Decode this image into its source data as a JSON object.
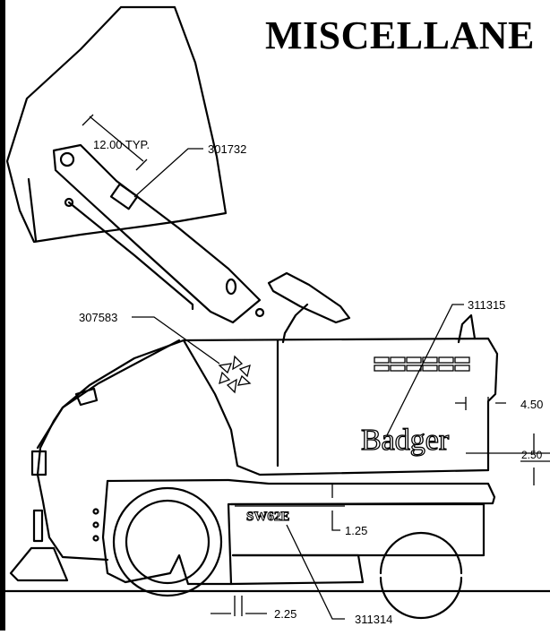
{
  "title": "MISCELLANE",
  "callouts": {
    "dim_typ": "12.00 TYP.",
    "part_hopper": "301732",
    "part_side_decal": "307583",
    "part_brand_decal": "311315",
    "part_model_decal": "311314",
    "dim_right_offset": "4.50",
    "dim_brand_height": "2.50",
    "dim_model_height": "1.25",
    "dim_model_offset": "2.25"
  },
  "decals": {
    "brand_text": "Badger",
    "model_text": "SW62E"
  }
}
